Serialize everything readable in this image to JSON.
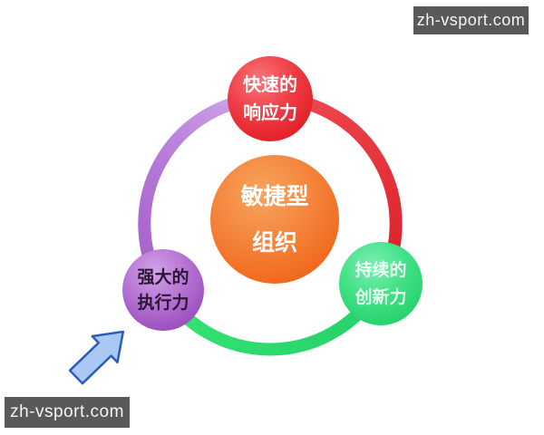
{
  "watermarks": {
    "top_right": "zh-vsport.com",
    "bottom_left": "zh-vsport.com"
  },
  "diagram": {
    "title_concept": "敏捷型组织",
    "center_node": {
      "line1": "敏捷型",
      "line2": "组织",
      "color": "#f0671a"
    },
    "nodes": [
      {
        "position": "top",
        "line1": "快速的",
        "line2": "响应力",
        "color": "#e8262e"
      },
      {
        "position": "bottom-left",
        "line1": "强大的",
        "line2": "执行力",
        "color": "#9c50bd"
      },
      {
        "position": "bottom-right",
        "line1": "持续的",
        "line2": "创新力",
        "color": "#27d36c"
      }
    ],
    "ring": {
      "left_arc_color": "#b478d8",
      "right_arc_color": "#e6343c",
      "bottom_arc_color": "#2bdc6e"
    },
    "arrow_color": "#5b8de0"
  }
}
